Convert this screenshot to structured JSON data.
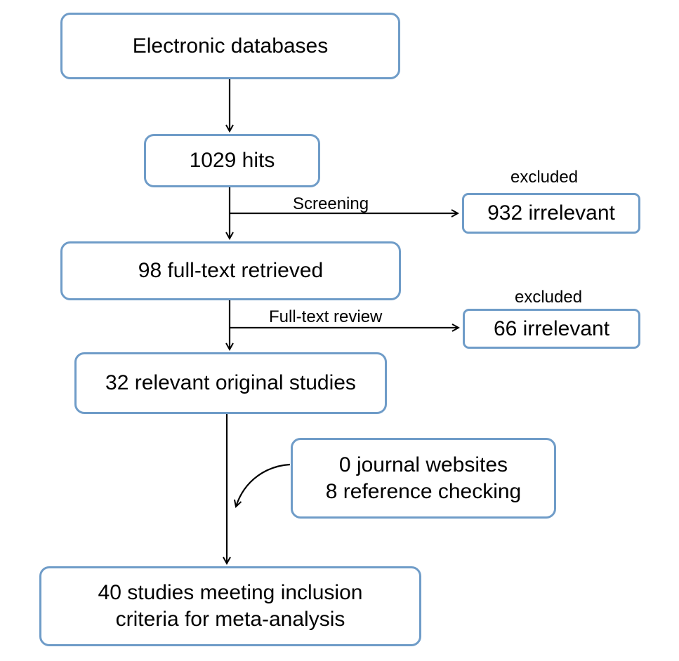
{
  "nodes": {
    "electronic_databases": "Electronic databases",
    "hits": "1029 hits",
    "full_text_retrieved": "98 full-text retrieved",
    "relevant_studies": "32 relevant original studies",
    "additional_sources": {
      "line1": "0 journal websites",
      "line2": "8 reference checking"
    },
    "final": {
      "line1": "40 studies meeting inclusion",
      "line2": "criteria for meta-analysis"
    },
    "excluded_screening": "932 irrelevant",
    "excluded_fulltext": "66 irrelevant"
  },
  "labels": {
    "excluded_1": "excluded",
    "excluded_2": "excluded",
    "screening": "Screening",
    "fulltext_review": "Full-text review"
  },
  "colors": {
    "box_border": "#6f9cc8",
    "arrow": "#000000"
  }
}
